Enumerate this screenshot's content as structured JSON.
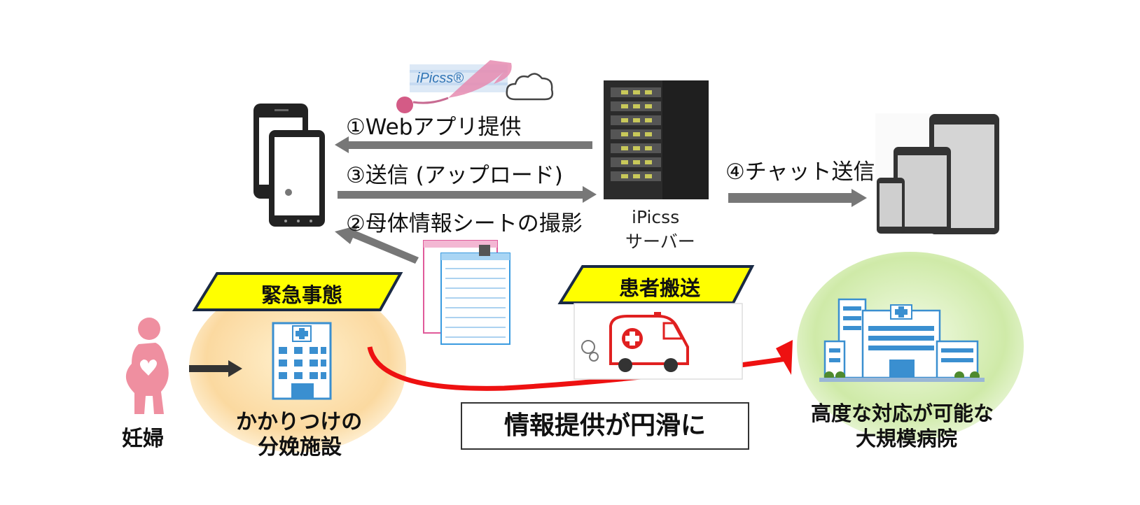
{
  "logo": {
    "text": "iPicss",
    "mark": "®"
  },
  "steps": {
    "step1": "①Webアプリ提供",
    "step3": "③送信 (アップロード)",
    "step2": "②母体情報シートの撮影",
    "step4": "④チャット送信"
  },
  "server": {
    "line1": "iPicss",
    "line2": "サーバー"
  },
  "banners": {
    "emergency": "緊急事態",
    "transport": "患者搬送"
  },
  "patient": {
    "label": "妊婦"
  },
  "clinic": {
    "line1": "かかりつけの",
    "line2": "分娩施設"
  },
  "hospital": {
    "line1": "高度な対応が可能な",
    "line2": "大規模病院"
  },
  "summary": {
    "text": "情報提供が円滑に"
  },
  "colors": {
    "arrow_gray": "#777777",
    "banner_yellow": "#ffff00",
    "banner_edge": "#1a2a44",
    "curve_red": "#ee1111",
    "pregnant_pink": "#ef8fa0",
    "hospital_blue": "#3a8fd0",
    "clinic_glow": "#fbd9a0",
    "hospital_glow": "#cfeaa8",
    "logo_pink": "#e68bb0"
  },
  "icons": [
    "smartphone-icon",
    "cloud-icon",
    "server-icon",
    "tablet-icon",
    "document-icon",
    "ambulance-icon",
    "pregnant-woman-icon",
    "clinic-icon",
    "hospital-icon"
  ]
}
